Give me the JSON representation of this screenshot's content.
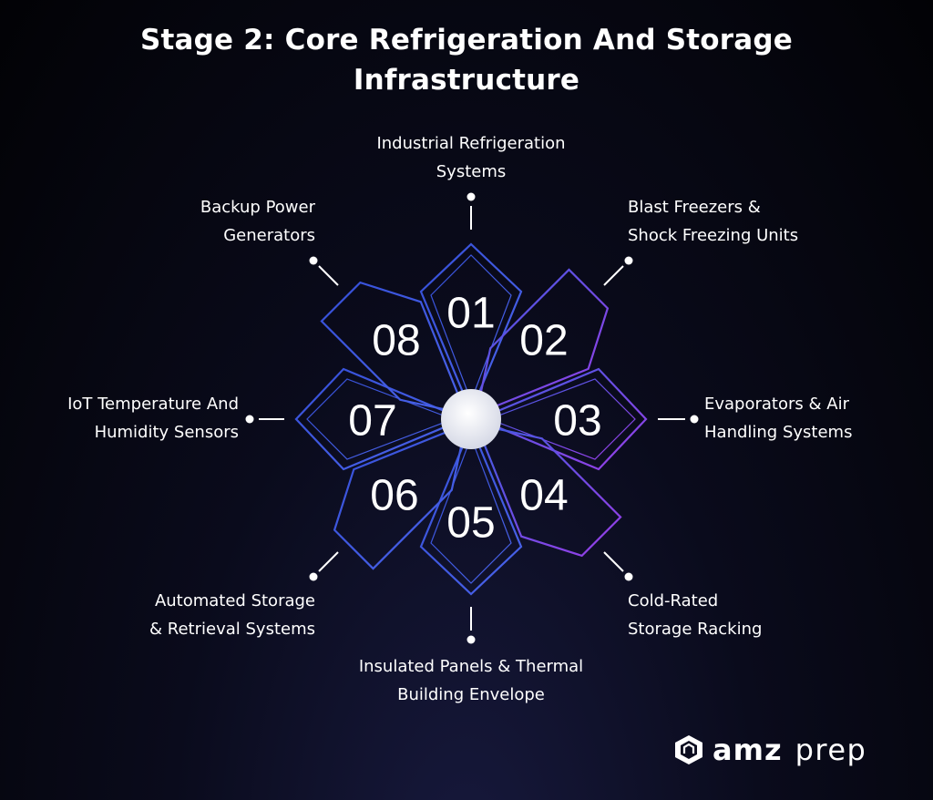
{
  "title": {
    "line1": "Stage 2: Core Refrigeration And Storage",
    "line2": "Infrastructure"
  },
  "segments": [
    {
      "number": "01",
      "label_line1": "Industrial Refrigeration",
      "label_line2": "Systems"
    },
    {
      "number": "02",
      "label_line1": "Blast Freezers &",
      "label_line2": "Shock Freezing Units"
    },
    {
      "number": "03",
      "label_line1": "Evaporators & Air",
      "label_line2": "Handling Systems"
    },
    {
      "number": "04",
      "label_line1": "Cold-Rated",
      "label_line2": "Storage Racking"
    },
    {
      "number": "05",
      "label_line1": "Insulated Panels & Thermal",
      "label_line2": "Building Envelope"
    },
    {
      "number": "06",
      "label_line1": "Automated Storage",
      "label_line2": "& Retrieval Systems"
    },
    {
      "number": "07",
      "label_line1": "IoT Temperature And",
      "label_line2": "Humidity Sensors"
    },
    {
      "number": "08",
      "label_line1": "Backup Power",
      "label_line2": "Generators"
    }
  ],
  "colors": {
    "outline_blue": "#3f5be0",
    "outline_purple": "#8a3ee6",
    "center_circle": "#e9ebf3"
  },
  "logo": {
    "icon": "amz-prep-logo-icon",
    "word_bold": "amz",
    "word_light": "prep"
  }
}
